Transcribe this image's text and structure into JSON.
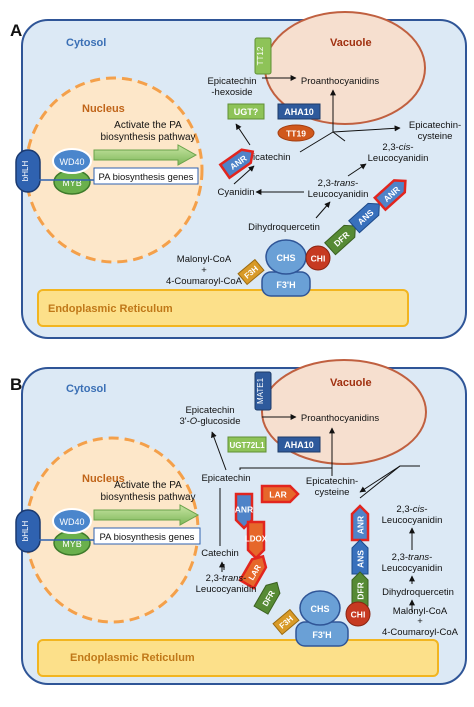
{
  "panel_a": {
    "letter": "A",
    "cytosol": "Cytosol",
    "vacuole": "Vacuole",
    "nucleus": "Nucleus",
    "er": "Endoplasmic Reticulum",
    "tf": {
      "bhlh": "bHLH",
      "wd40": "WD40",
      "myb": "MYB"
    },
    "activate_line1": "Activate the PA",
    "activate_line2": "biosynthesis pathway",
    "genes_box": "PA biosynthesis genes",
    "tt12": "TT12",
    "ugt": "UGT?",
    "aha10": "AHA10",
    "tt19": "TT19",
    "anr_left": "ANR",
    "f3h": "F3H",
    "chs": "CHS",
    "f3ph": "F3'H",
    "chi": "CHI",
    "dfr": "DFR",
    "ans": "ANS",
    "anr_right": "ANR",
    "m": {
      "epicatechin_hexoside_1": "Epicatechin",
      "epicatechin_hexoside_2": "-hexoside",
      "proanthocyanidins": "Proanthocyanidins",
      "epicatechin_cysteine_1": "Epicatechin-",
      "epicatechin_cysteine_2": "cysteine",
      "cis_1": "2,3-",
      "cis_it": "cis",
      "cis_2": "-",
      "cis_3": "Leucocyanidin",
      "epicatechin": "Epicatechin",
      "cyanidin": "Cyanidin",
      "trans_1": "2,3-",
      "trans_it": "trans",
      "trans_2": "-",
      "trans_3": "Leucocyanidin",
      "dihydroquercetin": "Dihydroquercetin",
      "malonyl": "Malonyl-CoA",
      "plus": "+",
      "coumaroyl": "4-Coumaroyl-CoA"
    }
  },
  "panel_b": {
    "letter": "B",
    "cytosol": "Cytosol",
    "vacuole": "Vacuole",
    "nucleus": "Nucleus",
    "er": "Endoplasmic Reticulum",
    "tf": {
      "bhlh": "bHLH",
      "wd40": "WD40",
      "myb": "MYB"
    },
    "activate_line1": "Activate the PA",
    "activate_line2": "biosynthesis pathway",
    "genes_box": "PA biosynthesis genes",
    "mate1": "MATE1",
    "ugt72l1": "UGT72L1",
    "aha10": "AHA10",
    "lar_top": "LAR",
    "anr_left": "ANR",
    "ldox": "LDOX",
    "lar_left": "LAR",
    "dfr_left": "DFR",
    "f3h": "F3H",
    "chs": "CHS",
    "f3ph": "F3'H",
    "chi": "CHI",
    "dfr_right": "DFR",
    "ans": "ANS",
    "anr_right": "ANR",
    "m": {
      "gluc_1": "Epicatechin",
      "gluc_2a": "3'-",
      "gluc_2it": "O",
      "gluc_2b": "-glucoside",
      "proanthocyanidins": "Proanthocyanidins",
      "epicatechin": "Epicatechin",
      "epi_cys_1": "Epicatechin-",
      "epi_cys_2": "cysteine",
      "cis_1": "2,3-",
      "cis_it": "cis",
      "cis_2": "-",
      "cis_3": "Leucocyanidin",
      "catechin": "Catechin",
      "trans_l_1": "2,3-",
      "trans_l_it": "trans",
      "trans_l_2": "-",
      "trans_l_3": "Leucocyanidin",
      "trans_r_1": "2,3-",
      "trans_r_it": "trans",
      "trans_r_2": "-",
      "trans_r_3": "Leucocyanidin",
      "dihydroquercetin": "Dihydroquercetin",
      "malonyl": "Malonyl-CoA",
      "plus": "+",
      "coumaroyl": "4-Coumaroyl-CoA"
    }
  },
  "colors": {
    "cell_fill": "#dce9f5",
    "cell_stroke": "#2f5597",
    "vacuole_fill": "#f6dfcf",
    "vacuole_stroke": "#c06040",
    "nucleus_fill": "#fde7c9",
    "nucleus_stroke": "#f4a04a",
    "er_fill": "#fce08a",
    "er_stroke": "#f2b520",
    "er_text": "#c07818",
    "cytosol_text": "#3a6fb5",
    "nucleus_text": "#c06418",
    "vacuole_text": "#a03010",
    "transporter_green": "#8ec358",
    "aha_blue": "#2e5a9c",
    "tt19_orange": "#d0581c",
    "anr_blue": "#4f83c8",
    "red_outline": "#e2251e",
    "lar_orange": "#e6672a",
    "f3h_gold": "#d89a28",
    "chs_blue": "#6aa0d6",
    "chi_red": "#c63a22",
    "dfr_green": "#568a34",
    "ans_blue": "#3870bc",
    "wd40": "#4a86cc",
    "myb": "#6ab04c",
    "bhlh": "#2f62b0"
  }
}
